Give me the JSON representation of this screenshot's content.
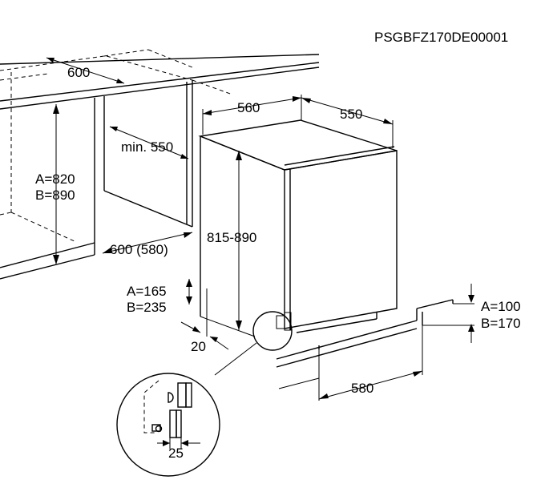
{
  "document_code": "PSGBFZ170DE00001",
  "dimensions": {
    "niche_depth": "600",
    "min_depth": "min. 550",
    "niche_height_a": "A=820",
    "niche_height_b": "B=890",
    "plinth_depth": "600 (580)",
    "appliance_width": "560",
    "appliance_depth": "550",
    "appliance_height": "815-890",
    "plinth_height_left_a": "A=165",
    "plinth_height_left_b": "B=235",
    "setback": "20",
    "plinth_height_right_a": "A=100",
    "plinth_height_right_b": "B=170",
    "plinth_width": "580",
    "detail_gap": "25"
  }
}
